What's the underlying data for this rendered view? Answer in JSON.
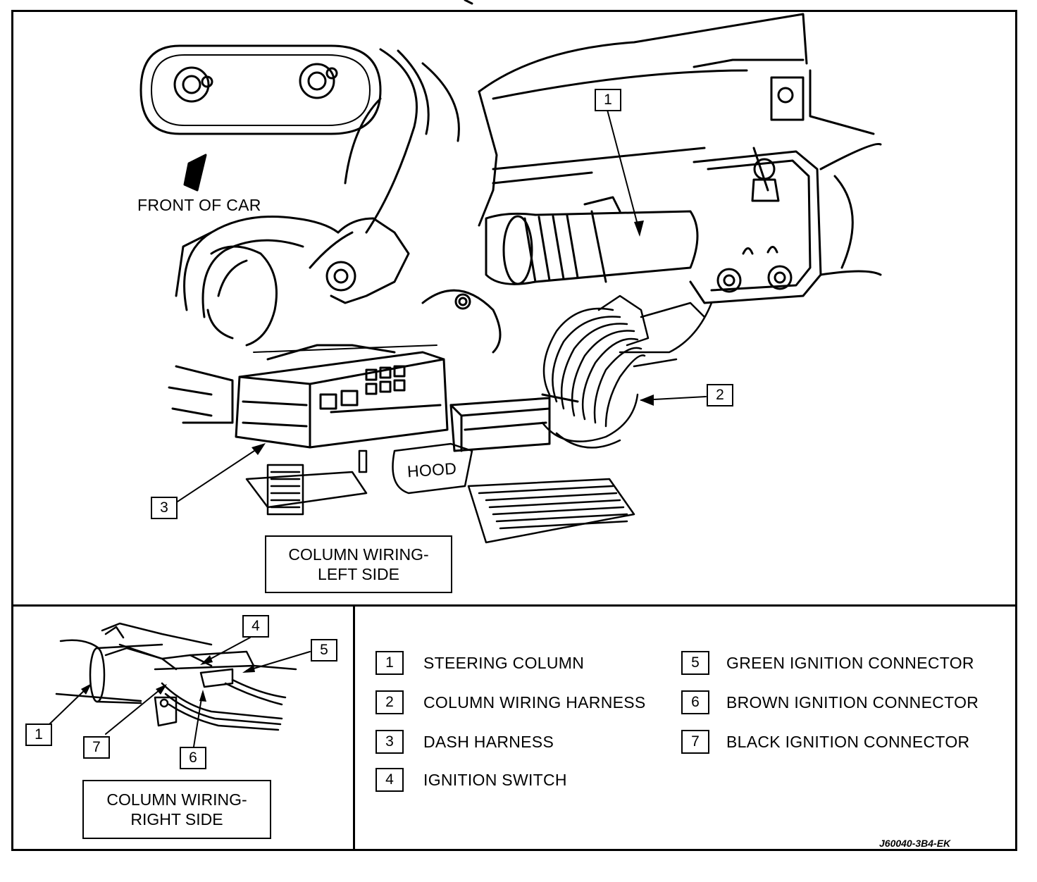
{
  "main_view": {
    "front_label": "FRONT OF CAR",
    "hood_label": "HOOD",
    "caption_line1": "COLUMN WIRING-",
    "caption_line2": "LEFT SIDE",
    "callouts": [
      "1",
      "2",
      "3"
    ]
  },
  "inset_view": {
    "caption_line1": "COLUMN WIRING-",
    "caption_line2": "RIGHT SIDE",
    "callouts": [
      "4",
      "5",
      "1",
      "7",
      "6"
    ]
  },
  "legend": [
    {
      "num": "1",
      "text": "STEERING COLUMN"
    },
    {
      "num": "2",
      "text": "COLUMN WIRING HARNESS"
    },
    {
      "num": "3",
      "text": "DASH HARNESS"
    },
    {
      "num": "4",
      "text": "IGNITION SWITCH"
    },
    {
      "num": "5",
      "text": "GREEN IGNITION CONNECTOR"
    },
    {
      "num": "6",
      "text": "BROWN IGNITION CONNECTOR"
    },
    {
      "num": "7",
      "text": "BLACK IGNITION CONNECTOR"
    }
  ],
  "figure_code": "J60040-3B4-EK"
}
